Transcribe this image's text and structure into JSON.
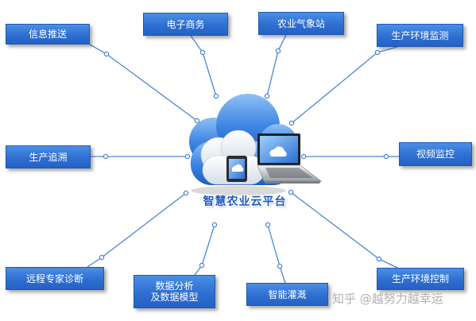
{
  "title": "智慧农业云平台",
  "boxes": {
    "info": "信息推送",
    "ecommerce": "电子商务",
    "weather": "农业气象站",
    "env_monitor": "生产环境监测",
    "trace": "生产追溯",
    "video": "视频监控",
    "remote": "远程专家诊断",
    "analysis": "数据分析\n及数据模型",
    "irrigation": "智能灌溉",
    "env_control": "生产环境控制"
  },
  "watermark": "知乎 @越努力越幸运",
  "colors": {
    "box_blue": "#2f6fd1",
    "line_blue": "#4a86d8",
    "cloud_blue": "#3a7ee0"
  },
  "icons": [
    "cloud-icon",
    "tablet-icon",
    "laptop-icon"
  ]
}
